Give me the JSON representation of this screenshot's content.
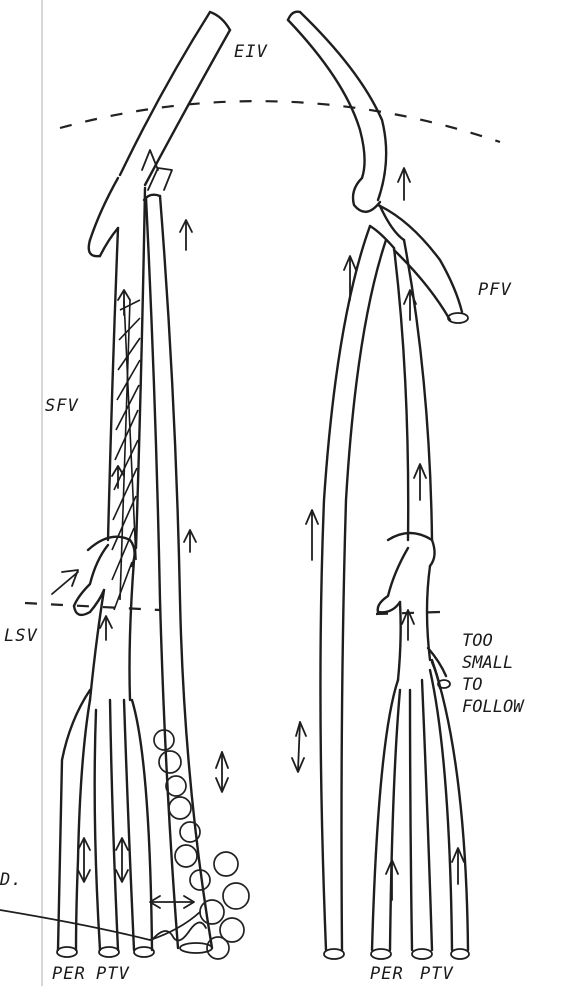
{
  "labels": {
    "eiv": "EIV",
    "pfv": "PFV",
    "sfv": "SFV",
    "lsv": "LSV",
    "per_left": "PER",
    "ptv_left": "PTV",
    "per_right": "PER",
    "ptv_right": "PTV",
    "fragment": "D."
  },
  "note": {
    "line1": "TOO",
    "line2": "SMALL",
    "line3": "TO",
    "line4": "FOLLOW"
  }
}
